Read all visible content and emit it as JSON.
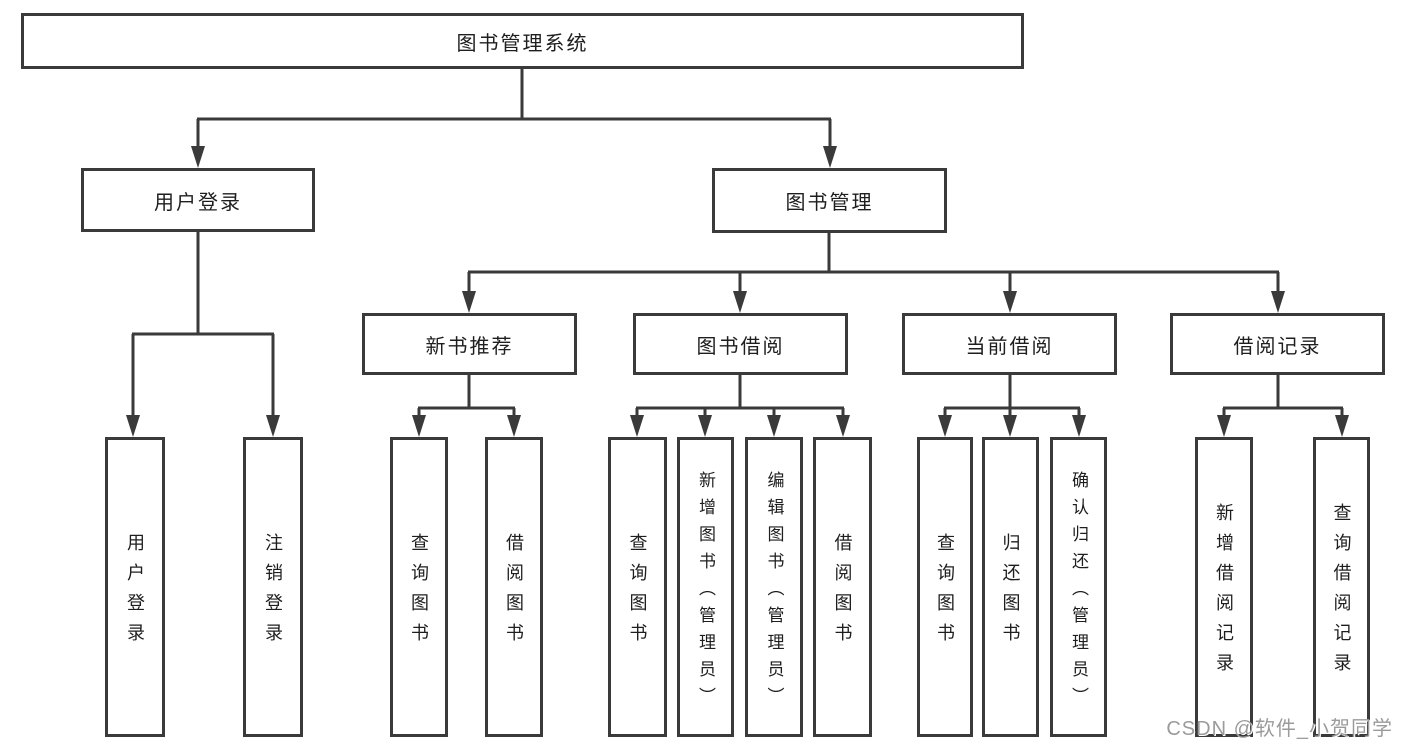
{
  "colors": {
    "line": "#3a3a3a",
    "text": "#1e1e1e",
    "box_background": "#ffffff",
    "watermark": "#9b9b9b"
  },
  "watermark": {
    "text": "CSDN @软件_小贺同学"
  },
  "tree": {
    "root": {
      "label": "图书管理系统"
    },
    "branches": [
      {
        "label": "用户登录",
        "children": [
          {
            "label": "用户登录"
          },
          {
            "label": "注销登录"
          }
        ]
      },
      {
        "label": "图书管理",
        "children": [
          {
            "label": "新书推荐",
            "children": [
              {
                "label": "查询图书"
              },
              {
                "label": "借阅图书"
              }
            ]
          },
          {
            "label": "图书借阅",
            "children": [
              {
                "label": "查询图书"
              },
              {
                "label": "新增图书（管理员）"
              },
              {
                "label": "编辑图书（管理员）"
              },
              {
                "label": "借阅图书"
              }
            ]
          },
          {
            "label": "当前借阅",
            "children": [
              {
                "label": "查询图书"
              },
              {
                "label": "归还图书"
              },
              {
                "label": "确认归还（管理员）"
              }
            ]
          },
          {
            "label": "借阅记录",
            "children": [
              {
                "label": "新增借阅记录"
              },
              {
                "label": "查询借阅记录"
              }
            ]
          }
        ]
      }
    ]
  }
}
